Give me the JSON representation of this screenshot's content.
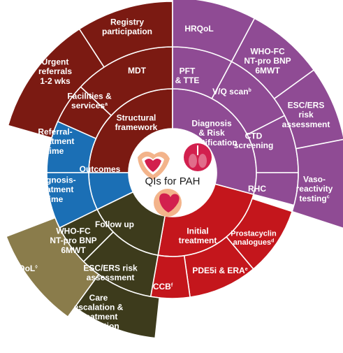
{
  "center": {
    "title": "QIs for PAH"
  },
  "colors": {
    "structural": "#7b1a12",
    "diagnosis": "#8f4b94",
    "initial": "#c4161c",
    "followup": "#3d3b1c",
    "outcomes": "#1b6fb5",
    "qol": "#8a7c4b",
    "icon_pink": "#d2204e",
    "icon_peach": "#f3b48b"
  },
  "domains": {
    "structural": "Structural framework",
    "diagnosis": [
      "Diagnosis",
      "& Risk",
      "Stratification"
    ],
    "initial": [
      "Initial",
      "treatment"
    ],
    "followup": "Follow up",
    "outcomes": "Outcomes"
  },
  "items": {
    "facilities": "Facilities & services",
    "facilities_sup": "a",
    "mdt": "MDT",
    "registry": [
      "Registry",
      "participation"
    ],
    "urgent": [
      "Urgent",
      "referrals",
      "1-2 wks"
    ],
    "pft": [
      "PFT",
      "& TTE"
    ],
    "vq": "V/Q scan",
    "vq_sup": "b",
    "ctd": [
      "CTD",
      "screening"
    ],
    "rhc": "RHC",
    "hrqol": "HRQoL",
    "whofc_diag": [
      "WHO-FC",
      "NT-pro BNP",
      "6MWT"
    ],
    "esc_diag": [
      "ESC/ERS",
      "risk",
      "assessment"
    ],
    "vaso": [
      "Vaso-",
      "reactivity",
      "testing"
    ],
    "vaso_sup": "c",
    "prostacyclin": [
      "Prostacyclin",
      "analogues"
    ],
    "prostacyclin_sup": "d",
    "pde5i": "PDE5i & ERA",
    "pde5i_sup": "e",
    "ccb": "CCB",
    "ccb_sup": "f",
    "whofc_fu": [
      "WHO-FC",
      "NT-pro BNP",
      "6MWT"
    ],
    "esc_fu": [
      "ESC/ERS risk",
      "assessment"
    ],
    "care": [
      "Care",
      "escalation &",
      "treatment",
      "evaluation"
    ],
    "qol": "QoL",
    "qol_sup": "◊",
    "referral": [
      "Referral-",
      "treatment",
      "time"
    ],
    "diagnosis_time": [
      "Diagnosis-",
      "treatment",
      "time"
    ]
  }
}
